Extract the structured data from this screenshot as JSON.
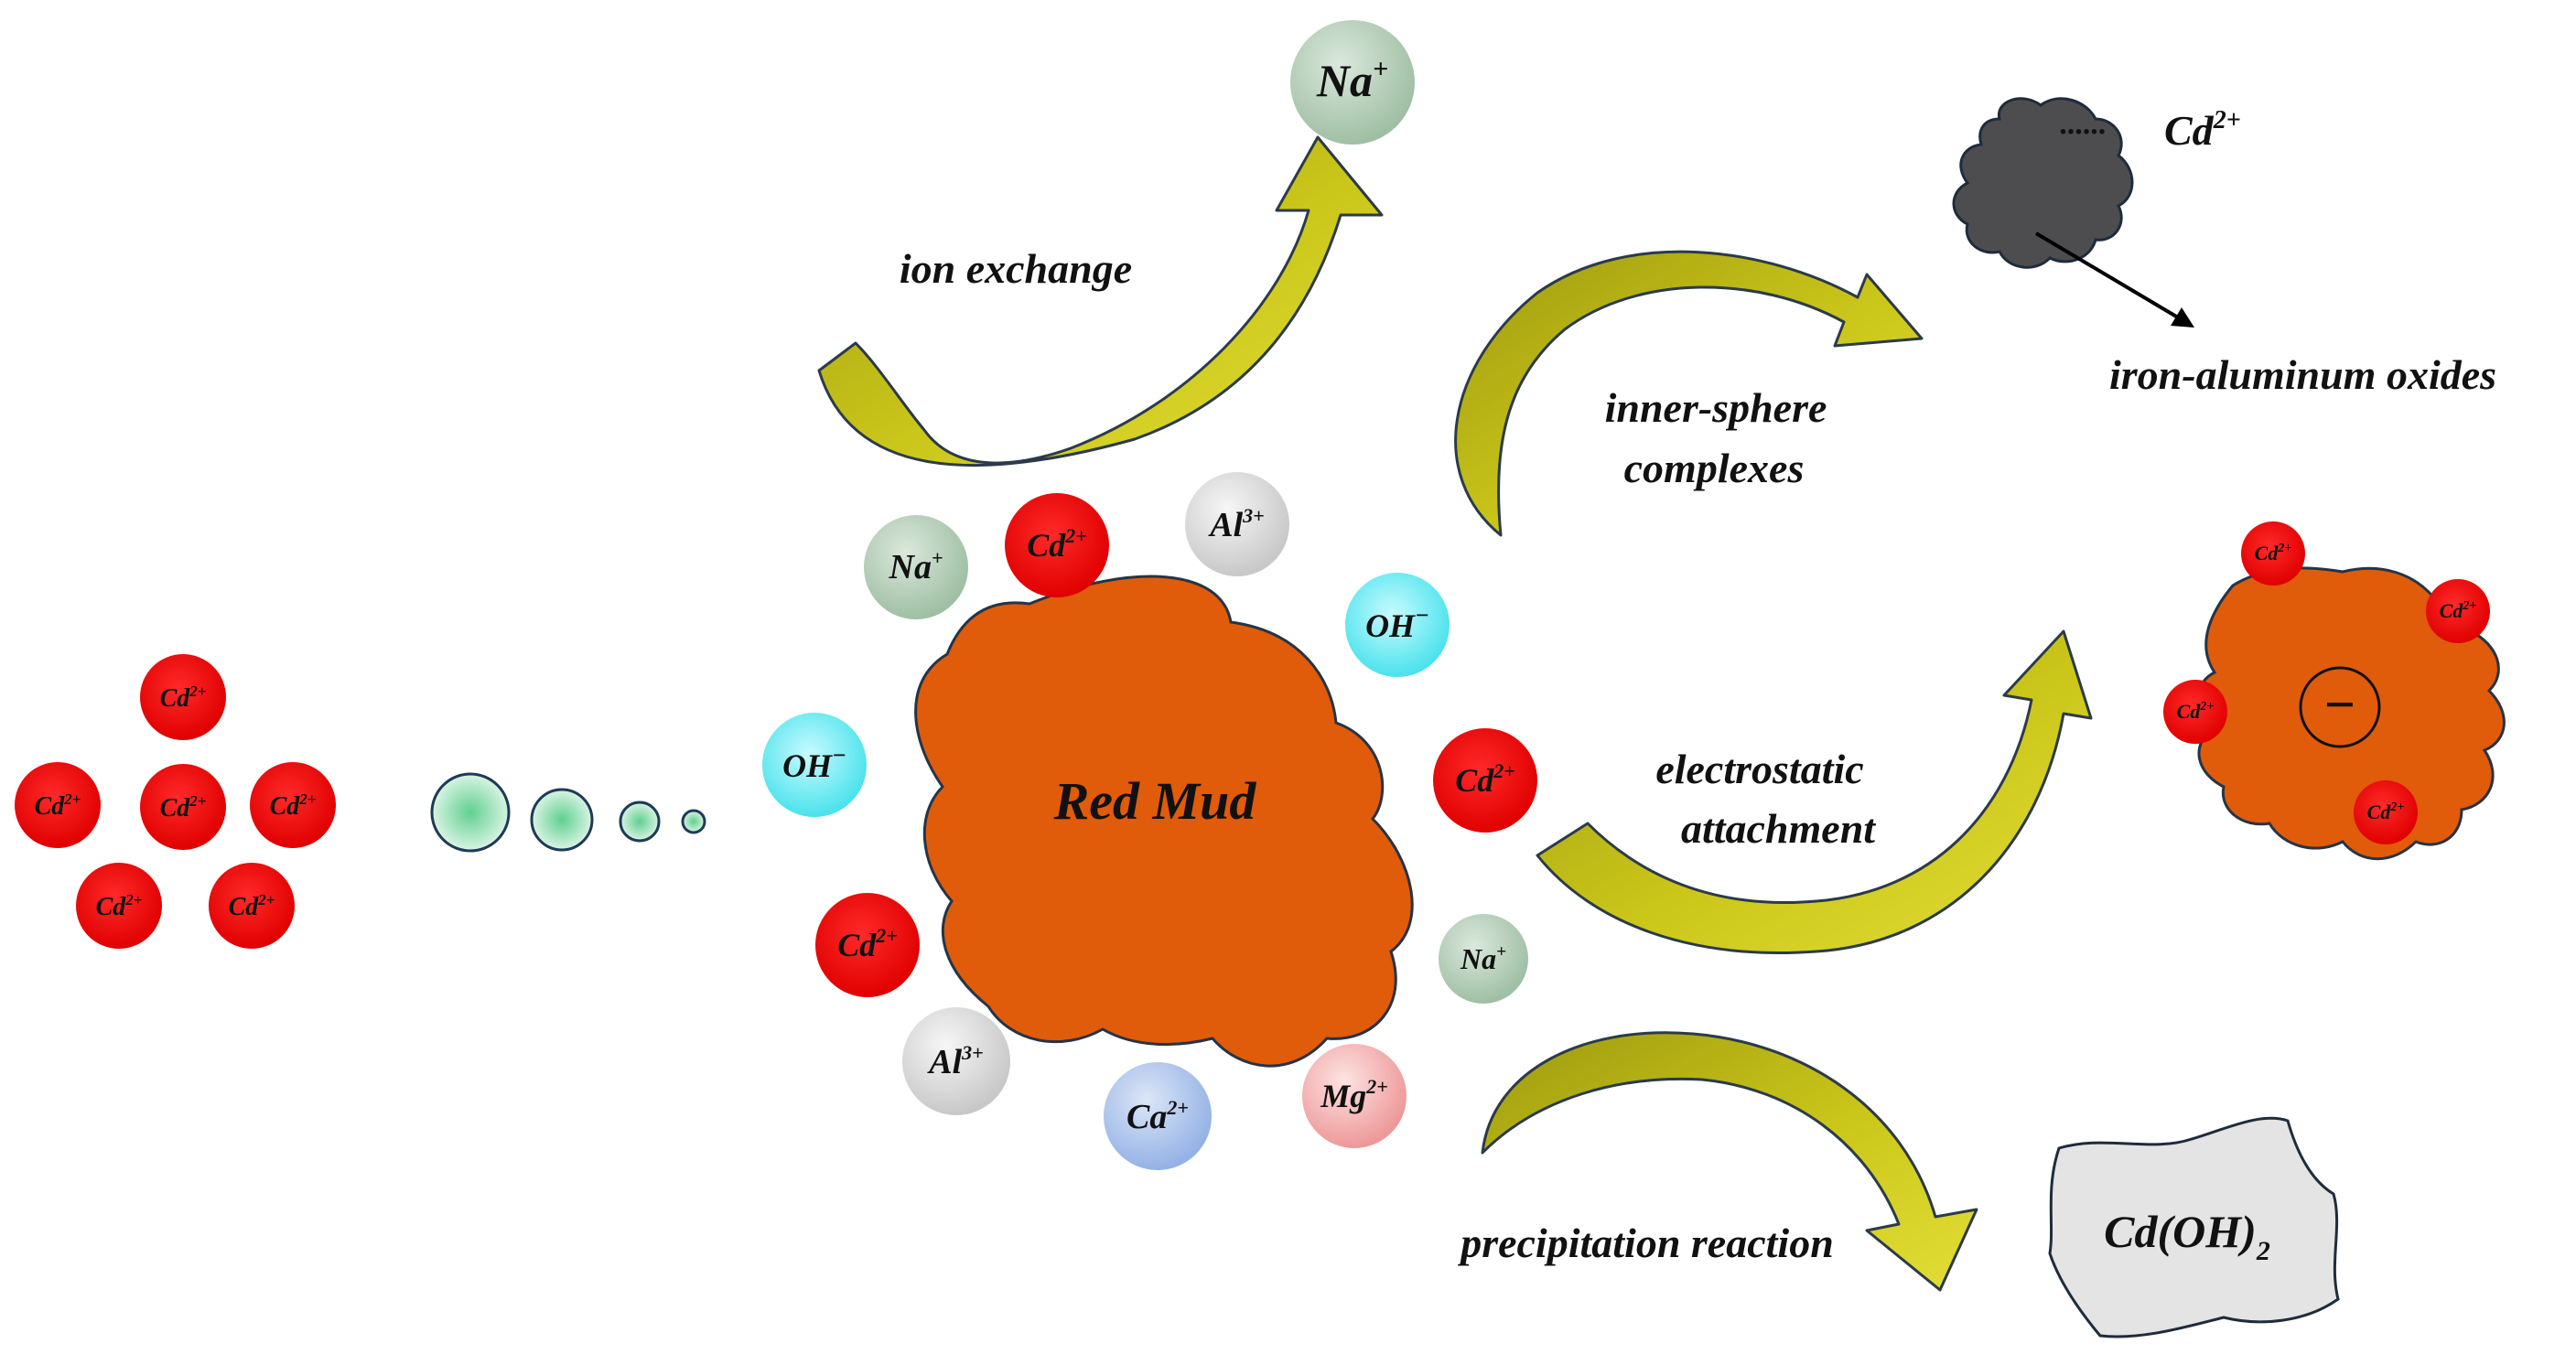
{
  "diagram": {
    "center_label": "Red Mud",
    "colors": {
      "red_mud": "#e05b0a",
      "cd": "#ee0000",
      "na": "#b9d3bd",
      "al": "#dcdcdc",
      "oh": "#5fe6ee",
      "ca": "#a9c1ec",
      "mg": "#f2a6a6",
      "arrow": "#c6c216",
      "oxide": "#4d4d4f",
      "precipitate": "#e4e4e4",
      "droplet": "#5fcf8e"
    },
    "ions": {
      "cd": "Cd",
      "cd_charge": "2+",
      "na": "Na",
      "na_charge": "+",
      "al": "Al",
      "al_charge": "3+",
      "oh": "OH",
      "oh_charge": "−",
      "ca": "Ca",
      "ca_charge": "2+",
      "mg": "Mg",
      "mg_charge": "2+"
    },
    "mechanisms": {
      "ion_exchange": "ion exchange",
      "inner_sphere_line1": "inner-sphere",
      "inner_sphere_line2": "complexes",
      "electrostatic_line1": "electrostatic",
      "electrostatic_line2": "attachment",
      "precipitation": "precipitation reaction"
    },
    "products": {
      "oxides": "iron-aluminum oxides",
      "oxide_bond": "······",
      "precipitate_main": "Cd(OH)",
      "precipitate_sub": "2",
      "negative_sign": "−"
    }
  }
}
